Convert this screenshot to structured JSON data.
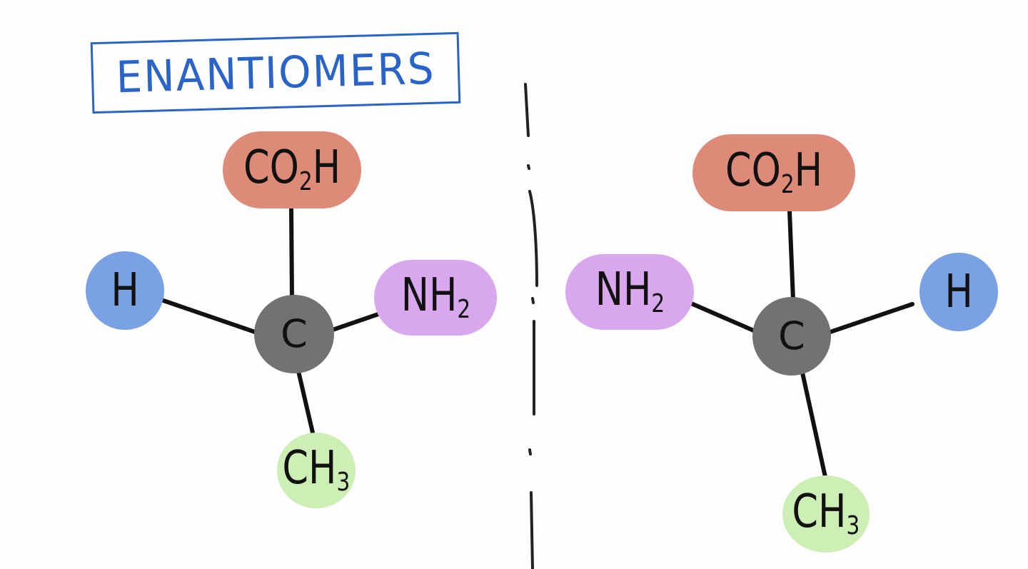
{
  "title": "ENANTIOMERS",
  "colors": {
    "title_blue": "#2a64c8",
    "co2h": "#dd8b78",
    "nh2": "#d9a7ee",
    "h": "#7aa1e3",
    "ch3": "#cdeeb4",
    "carbon": "#727272",
    "bond": "#111111"
  },
  "molecules": {
    "left": {
      "center": "C",
      "top": {
        "base": "CO",
        "sub": "2",
        "tail": "H"
      },
      "left": {
        "base": "H",
        "sub": "",
        "tail": ""
      },
      "right": {
        "base": "NH",
        "sub": "2",
        "tail": ""
      },
      "bottom": {
        "base": "CH",
        "sub": "3",
        "tail": ""
      }
    },
    "right": {
      "center": "C",
      "top": {
        "base": "CO",
        "sub": "2",
        "tail": "H"
      },
      "left": {
        "base": "NH",
        "sub": "2",
        "tail": ""
      },
      "right": {
        "base": "H",
        "sub": "",
        "tail": ""
      },
      "bottom": {
        "base": "CH",
        "sub": "3",
        "tail": ""
      }
    }
  }
}
